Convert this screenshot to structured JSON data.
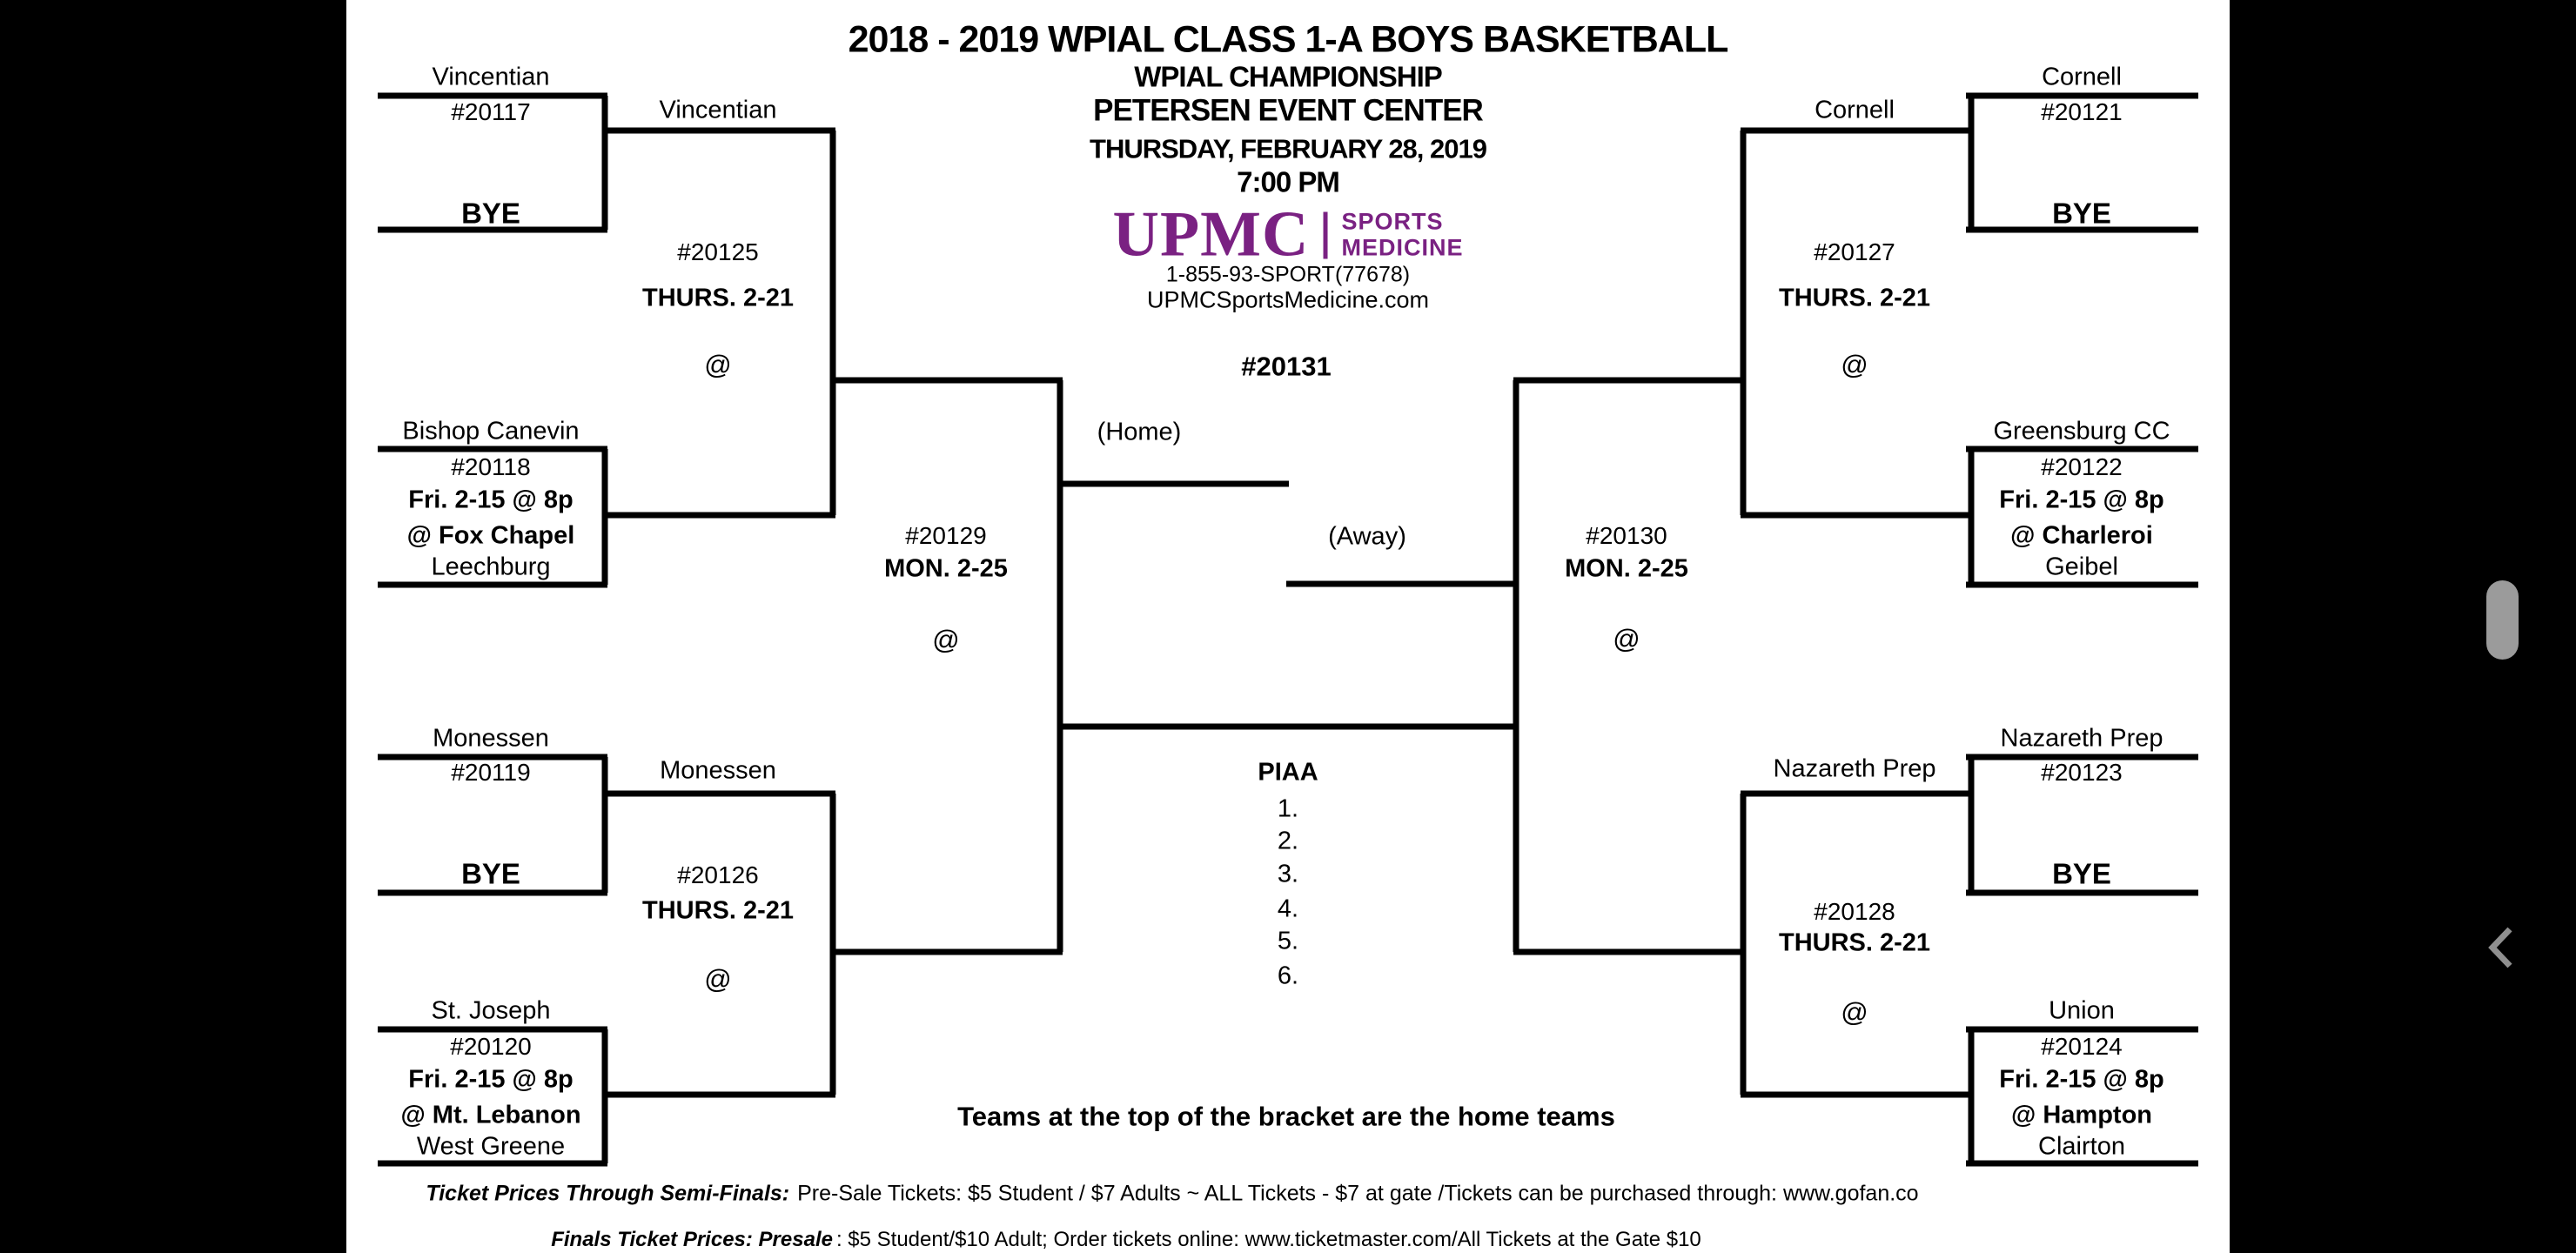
{
  "header": {
    "title": "2018 - 2019  WPIAL CLASS 1-A BOYS BASKETBALL",
    "event": "WPIAL CHAMPIONSHIP",
    "venue": "PETERSEN EVENT CENTER",
    "date": "THURSDAY, FEBRUARY 28, 2019",
    "time": "7:00 PM",
    "sponsor": {
      "wordmark": "UPMC",
      "tagline1": "SPORTS",
      "tagline2": "MEDICINE",
      "phone": "1-855-93-SPORT(77678)",
      "website": "UPMCSportsMedicine.com",
      "brand_color": "#7a2182"
    }
  },
  "bracket": {
    "left": {
      "game1": {
        "team": "Vincentian",
        "num": "#20117",
        "result": "BYE"
      },
      "game2": {
        "team": "Bishop Canevin",
        "num": "#20118",
        "when": "Fri. 2-15 @ 8p",
        "where": "@ Fox Chapel",
        "opponent": "Leechburg"
      },
      "game3": {
        "team": "Monessen",
        "num": "#20119",
        "result": "BYE"
      },
      "game4": {
        "team": "St. Joseph",
        "num": "#20120",
        "when": "Fri. 2-15 @ 8p",
        "where": "@ Mt. Lebanon",
        "opponent": "West Greene"
      },
      "semi_top": {
        "team": "Vincentian",
        "num": "#20125",
        "when": "THURS. 2-21",
        "at": "@"
      },
      "semi_bottom": {
        "team": "Monessen",
        "num": "#20126",
        "when": "THURS. 2-21",
        "at": "@"
      },
      "final": {
        "num": "#20129",
        "when": "MON. 2-25",
        "at": "@"
      }
    },
    "right": {
      "game1": {
        "team": "Cornell",
        "num": "#20121",
        "result": "BYE"
      },
      "game2": {
        "team": "Greensburg CC",
        "num": "#20122",
        "when": "Fri. 2-15 @ 8p",
        "where": "@ Charleroi",
        "opponent": "Geibel"
      },
      "game3": {
        "team": "Nazareth Prep",
        "num": "#20123",
        "result": "BYE"
      },
      "game4": {
        "team": "Union",
        "num": "#20124",
        "when": "Fri. 2-15 @ 8p",
        "where": "@ Hampton",
        "opponent": "Clairton"
      },
      "semi_top": {
        "team": "Cornell",
        "num": "#20127",
        "when": "THURS. 2-21",
        "at": "@"
      },
      "semi_bottom": {
        "team": "Nazareth Prep",
        "num": "#20128",
        "when": "THURS. 2-21",
        "at": "@"
      },
      "final": {
        "num": "#20130",
        "when": "MON. 2-25",
        "at": "@"
      }
    },
    "championship": {
      "num": "#20131",
      "home": "(Home)",
      "away": "(Away)"
    },
    "piaa": {
      "title": "PIAA",
      "slots": [
        "1.",
        "2.",
        "3.",
        "4.",
        "5.",
        "6."
      ]
    }
  },
  "footer": {
    "note": "Teams at the top of the bracket are the home teams",
    "semis_label": "Ticket Prices Through Semi-Finals:",
    "semis_text": "Pre-Sale Tickets: $5 Student / $7 Adults  ~ ALL Tickets - $7 at gate /Tickets can be purchased through:  www.gofan.co",
    "finals_label": "Finals Ticket Prices: Presale",
    "finals_text": ": $5 Student/$10 Adult; Order tickets online: www.ticketmaster.com/All Tickets at the Gate $10"
  }
}
